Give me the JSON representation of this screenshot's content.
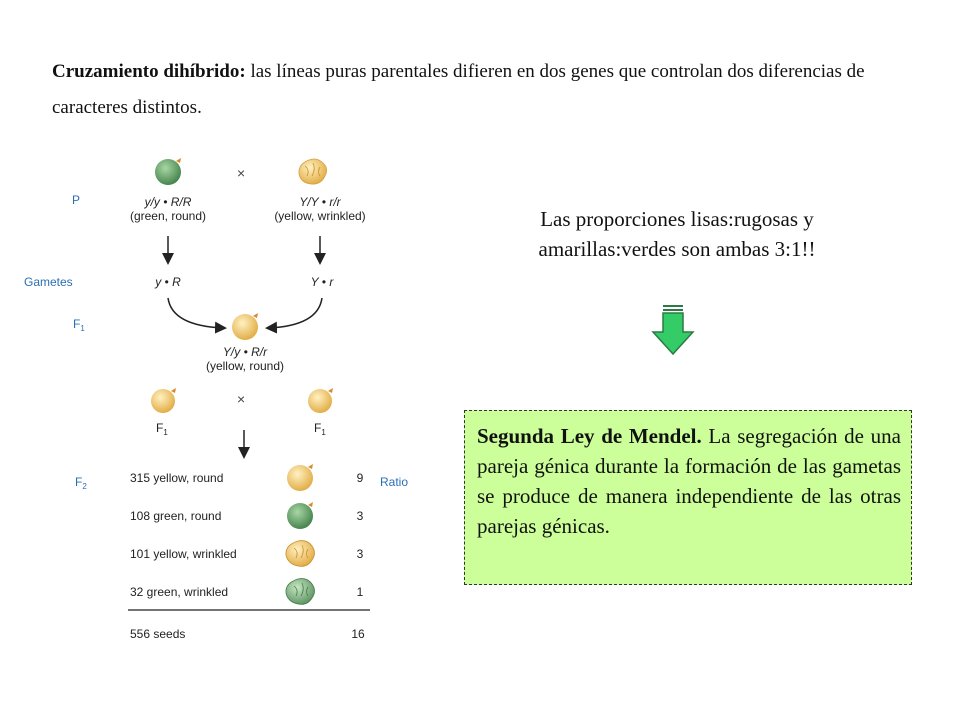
{
  "intro": {
    "term": "Cruzamiento dihíbrido:",
    "text": " las líneas puras parentales difieren en dos genes que controlan dos diferencias de caracteres distintos."
  },
  "diagram": {
    "row_labels": {
      "p": "P",
      "gametes": "Gametes",
      "f1": "F",
      "f1_sub": "1",
      "f2": "F",
      "f2_sub": "2"
    },
    "cross_symbol": "×",
    "parent_left": {
      "genotype": "y/y • R/R",
      "phenotype": "(green, round)"
    },
    "parent_right": {
      "genotype": "Y/Y • r/r",
      "phenotype": "(yellow, wrinkled)"
    },
    "gamete_left": "y • R",
    "gamete_right": "Y • r",
    "f1": {
      "genotype": "Y/y • R/r",
      "phenotype": "(yellow, round)"
    },
    "f1_cross_left": "F",
    "f1_cross_right": "F",
    "f1_cross_sub": "1",
    "ratio_header": "Ratio",
    "f2_rows": [
      {
        "label": "315 yellow, round",
        "ratio": "9",
        "seed": "yellow-round"
      },
      {
        "label": "108 green, round",
        "ratio": "3",
        "seed": "green-round"
      },
      {
        "label": "101 yellow, wrinkled",
        "ratio": "3",
        "seed": "yellow-wrinkled"
      },
      {
        "label": "32 green, wrinkled",
        "ratio": "1",
        "seed": "green-wrinkled"
      }
    ],
    "total_label": "556 seeds",
    "total_ratio": "16",
    "colors": {
      "label_blue": "#2a6fb5",
      "green_seed": "#5c9a5c",
      "yellow_seed": "#f3c766",
      "arrow": "#222222"
    }
  },
  "proportions": {
    "line1": "Las proporciones lisas:rugosas y",
    "line2": "amarillas:verdes son ambas 3:1!!"
  },
  "arrow_colors": {
    "fill": "#33cc66",
    "stroke": "#2d7a45"
  },
  "law": {
    "title": "Segunda Ley de Mendel.",
    "text": " La segregación de una pareja génica durante la formación de las gametas se produce de manera independiente de las otras parejas génicas."
  }
}
